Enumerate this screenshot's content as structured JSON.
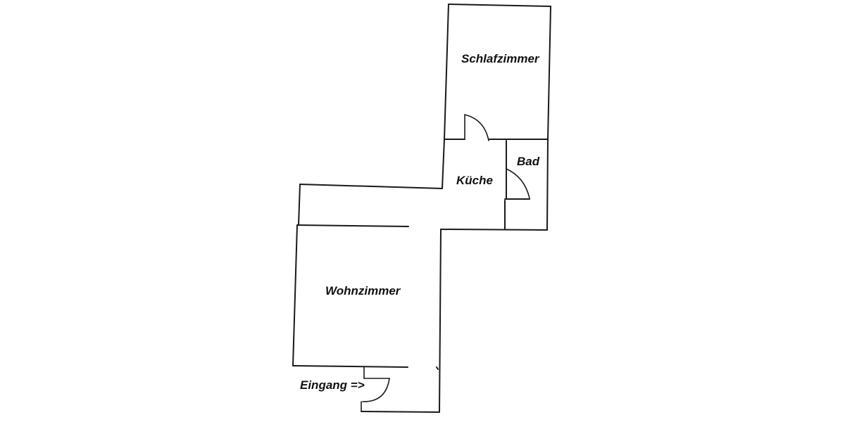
{
  "floor_plan": {
    "rooms": [
      {
        "id": "schlafzimmer",
        "label": "Schlafzimmer"
      },
      {
        "id": "kueche",
        "label": "Küche"
      },
      {
        "id": "bad",
        "label": "Bad"
      },
      {
        "id": "wohnzimmer",
        "label": "Wohnzimmer"
      }
    ],
    "entrance_label": "Eingang =>"
  },
  "colors": {
    "line": "#1a1a1a",
    "background": "#ffffff"
  }
}
